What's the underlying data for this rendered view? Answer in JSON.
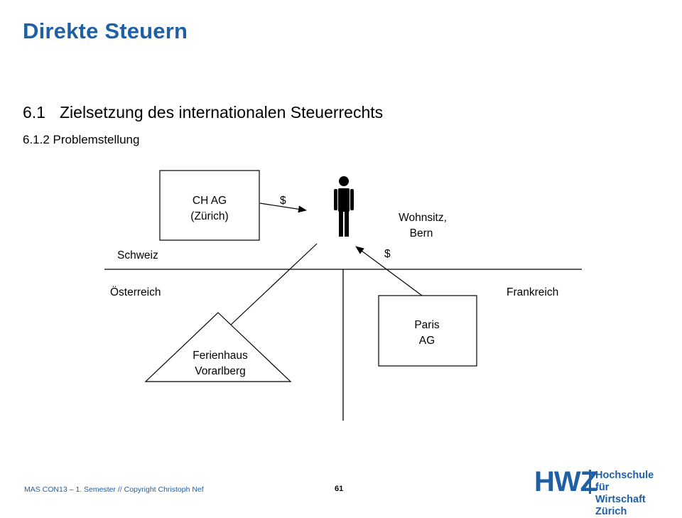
{
  "header": {
    "title": "Direkte Steuern",
    "section_number": "6.1",
    "section_title": "Zielsetzung des internationalen Steuerrechts",
    "subsection": "6.1.2 Problemstellung"
  },
  "diagram": {
    "company_ch": [
      "CH AG",
      "(Zürich)"
    ],
    "dollar_1": "$",
    "residence": [
      "Wohnsitz,",
      "Bern"
    ],
    "dollar_2": "$",
    "country_ch": "Schweiz",
    "country_at": "Österreich",
    "country_fr": "Frankreich",
    "company_fr": [
      "Paris",
      "AG"
    ],
    "holiday_home": [
      "Ferienhaus",
      "Vorarlberg"
    ]
  },
  "footer": {
    "copyright": "MAS CON13 – 1. Semester // Copyright Christoph Nef",
    "page_number": "61"
  },
  "logo": {
    "acronym": "HWZ",
    "line1": "Hochschule für",
    "line2": "Wirtschaft Zürich"
  },
  "colors": {
    "accent": "#1f5fa5"
  }
}
